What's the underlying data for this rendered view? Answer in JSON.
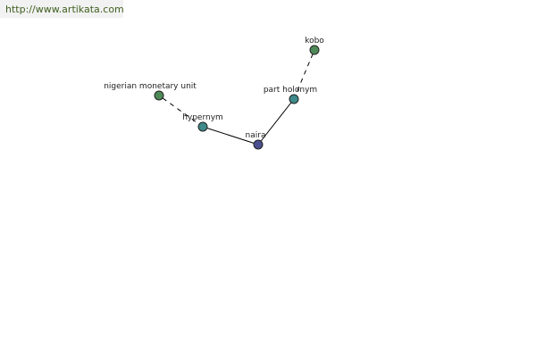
{
  "site": {
    "url": "http://www.artikata.com"
  },
  "graph": {
    "colors": {
      "center": "#4a4f8f",
      "relation": "#3f8a8a",
      "leaf": "#4e8a58",
      "edge": "#000000"
    },
    "nodes": [
      {
        "id": "naira",
        "label": "naira",
        "kind": "center"
      },
      {
        "id": "hypernym",
        "label": "hypernym",
        "kind": "relation"
      },
      {
        "id": "nigerian-monetary-unit",
        "label": "nigerian monetary unit",
        "kind": "leaf"
      },
      {
        "id": "part-holonym",
        "label": "part holonym",
        "kind": "relation"
      },
      {
        "id": "kobo",
        "label": "kobo",
        "kind": "leaf"
      }
    ],
    "edges": [
      {
        "from": "naira",
        "to": "hypernym",
        "style": "solid"
      },
      {
        "from": "hypernym",
        "to": "nigerian-monetary-unit",
        "style": "dashed"
      },
      {
        "from": "naira",
        "to": "part-holonym",
        "style": "solid"
      },
      {
        "from": "part-holonym",
        "to": "kobo",
        "style": "dashed"
      }
    ]
  }
}
